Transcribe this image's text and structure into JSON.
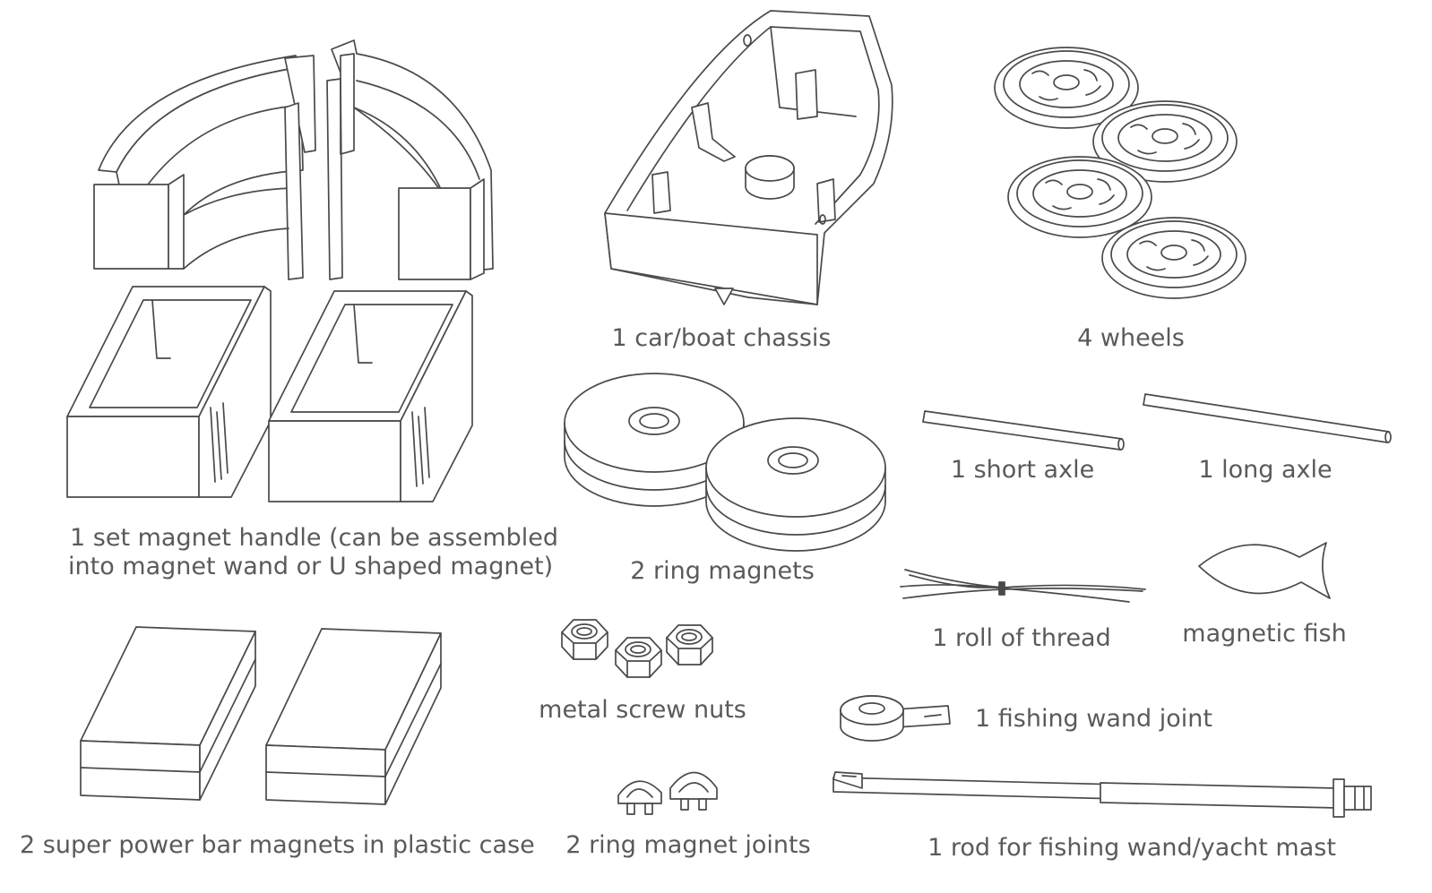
{
  "labels": {
    "magnet_handle_line1": "1 set magnet handle (can be assembled",
    "magnet_handle_line2": "into magnet wand or U shaped magnet)",
    "chassis": "1 car/boat chassis",
    "wheels": "4 wheels",
    "ring_magnets": "2 ring magnets",
    "short_axle": "1 short axle",
    "long_axle": "1 long axle",
    "thread": "1 roll of thread",
    "fish": "magnetic fish",
    "screw_nuts": "metal screw nuts",
    "wand_joint": "1 fishing wand joint",
    "bar_magnets": "2 super power bar magnets in plastic case",
    "ring_joints": "2 ring magnet joints",
    "rod": "1 rod for fishing wand/yacht mast"
  }
}
